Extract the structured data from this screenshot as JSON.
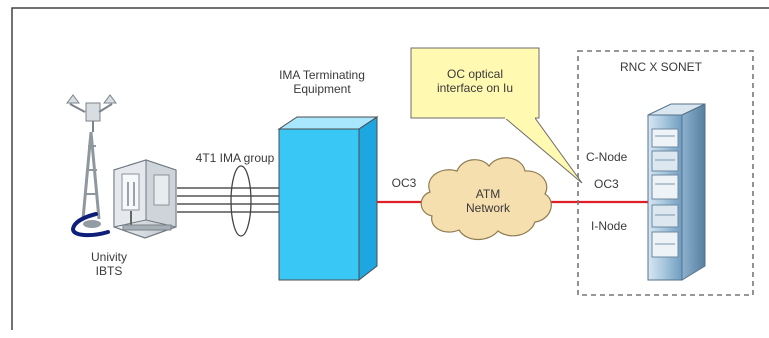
{
  "diagram": {
    "btsLabel": {
      "line1": "Univity",
      "line2": "IBTS"
    },
    "imaGroupLabel": "4T1 IMA group",
    "imaEquipmentLabel": {
      "line1": "IMA Terminating",
      "line2": "Equipment"
    },
    "leftLinkLabel": "OC3",
    "cloudLabel": {
      "line1": "ATM",
      "line2": "Network"
    },
    "callout": {
      "line1": "OC optical",
      "line2": "interface on Iu"
    },
    "rncBox": {
      "title": "RNC X SONET",
      "cNode": "C-Node",
      "oc3": "OC3",
      "iNode": "I-Node"
    }
  },
  "colors": {
    "frame": "#444444",
    "line": "#df1f26",
    "imaBoxFront": "#39c8f5",
    "imaBoxSide": "#1da6e0",
    "imaBoxTop": "#a9e7ff",
    "cloudFill": "#f6dfae",
    "calloutFill": "#fff9b1",
    "calloutBorder": "#6c6c6c",
    "dashedBorder": "#777777",
    "text": "#3a3a3a",
    "rackBlue": "#6a9ec7",
    "rackLight": "#e5edf3",
    "btsGray": "#b9c1c8",
    "btsDark": "#767f87",
    "btsBlue": "#0d1f7a"
  }
}
